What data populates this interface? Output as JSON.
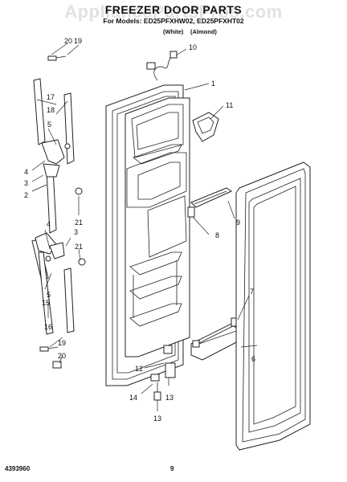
{
  "header": {
    "watermark": "AppliancePartsPros.com",
    "title": "FREEZER DOOR PARTS",
    "models_line": "For Models: ED25PFXHW02, ED25PFXHT02",
    "color_white": "(White)",
    "color_almond": "(Almond)"
  },
  "callouts": [
    "1",
    "2",
    "3",
    "4",
    "5",
    "6",
    "7",
    "8",
    "9",
    "10",
    "11",
    "12",
    "13",
    "14",
    "15",
    "16",
    "17",
    "18",
    "19",
    "20",
    "21"
  ],
  "footer": {
    "doc_number": "4393960",
    "page_number": "9"
  }
}
